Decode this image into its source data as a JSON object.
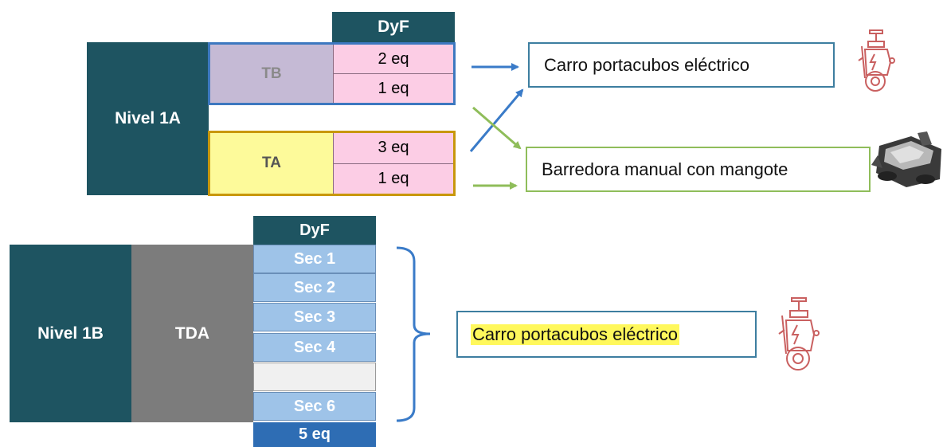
{
  "top": {
    "nivel": "Nivel 1A",
    "dyf": "DyF",
    "tb": {
      "label": "TB",
      "eq": [
        "2 eq",
        "1 eq"
      ]
    },
    "ta": {
      "label": "TA",
      "eq": [
        "3 eq",
        "1 eq"
      ]
    },
    "equipment": [
      "Carro portacubos eléctrico",
      "Barredora manual con mangote"
    ]
  },
  "bottom": {
    "nivel": "Nivel 1B",
    "tda": "TDA",
    "dyf": "DyF",
    "sections": [
      "Sec 1",
      "Sec 2",
      "Sec 3",
      "Sec 4",
      "",
      "Sec 6"
    ],
    "total": "5 eq",
    "equipment": "Carro portacubos eléctrico"
  },
  "colors": {
    "dark_teal": "#1e5461",
    "tb_border": "#3d78c0",
    "ta_border": "#c8970c",
    "arrow_blue": "#3a7bc8",
    "arrow_green": "#8fbd5a",
    "highlight": "#fff85c"
  },
  "icons": [
    "electric-cart-icon",
    "sweeper-image",
    "electric-cart-icon"
  ]
}
